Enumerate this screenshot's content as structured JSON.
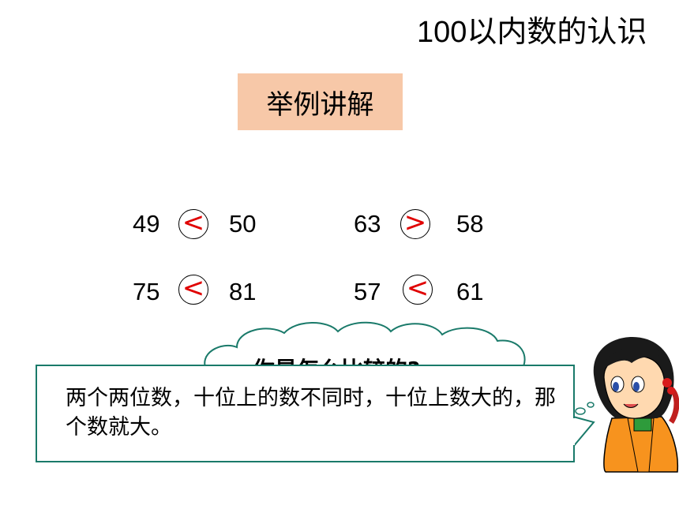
{
  "title": "100以内数的认识",
  "badge": "举例讲解",
  "comparisons": [
    {
      "left": "49",
      "symbol": "<",
      "right": "50"
    },
    {
      "left": "63",
      "symbol": ">",
      "right": "58"
    },
    {
      "left": "75",
      "symbol": "<",
      "right": "81"
    },
    {
      "left": "57",
      "symbol": "<",
      "right": "61"
    }
  ],
  "cloud_text": "你是怎么比较的?",
  "answer_text": "两个两位数，十位上的数不同时，十位上数大的，那个数就大。",
  "colors": {
    "badge": "#f7c8a8",
    "symbol": "#e00000",
    "frame": "#1a7a6a"
  }
}
